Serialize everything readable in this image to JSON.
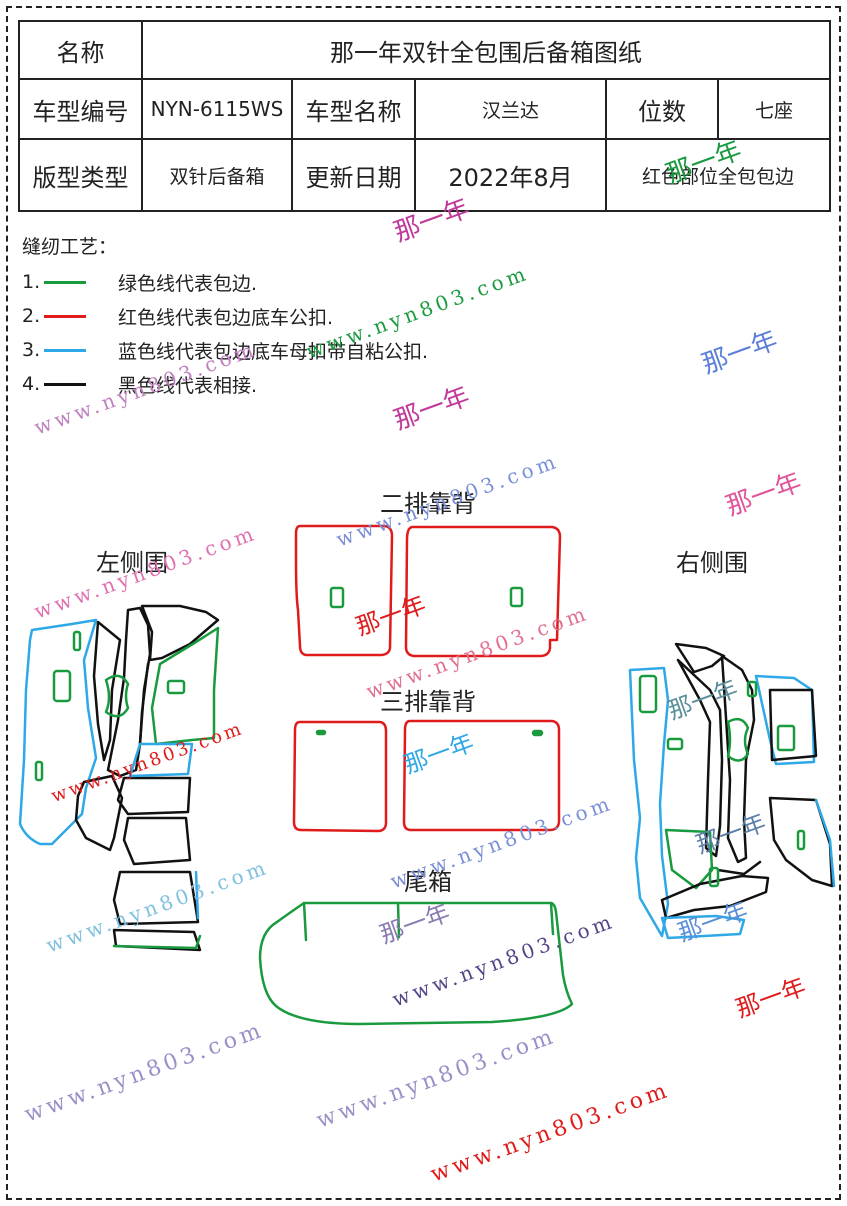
{
  "header": {
    "name_label": "名称",
    "name_value": "那一年双针全包围后备箱图纸",
    "model_code_label": "车型编号",
    "model_code_value": "NYN-6115WS",
    "model_name_label": "车型名称",
    "model_name_value": "汉兰达",
    "seats_label": "位数",
    "seats_value": "七座",
    "type_label": "版型类型",
    "type_value": "双针后备箱",
    "update_label": "更新日期",
    "update_value": "2022年8月",
    "note_value": "红色部位全包包边"
  },
  "craft": {
    "title": "缝纫工艺：",
    "items": [
      {
        "num": "1.",
        "color": "#1a9a3f",
        "text": "绿色线代表包边."
      },
      {
        "num": "2.",
        "color": "#e01b1b",
        "text": "红色线代表包边底车公扣."
      },
      {
        "num": "3.",
        "color": "#2ea8e6",
        "text": "蓝色线代表包边底车母扣带自粘公扣."
      },
      {
        "num": "4.",
        "color": "#111111",
        "text": "黑色线代表相接."
      }
    ]
  },
  "sections": {
    "left_side": "左侧围",
    "right_side": "右侧围",
    "second_row": "二排靠背",
    "third_row": "三排靠背",
    "trunk": "尾箱"
  },
  "watermarks": {
    "brand": "那一年",
    "url": "www.nyn803.com"
  },
  "colors": {
    "green": "#1a9a3f",
    "red": "#e01b1b",
    "blue": "#2ea8e6",
    "black": "#111111"
  }
}
